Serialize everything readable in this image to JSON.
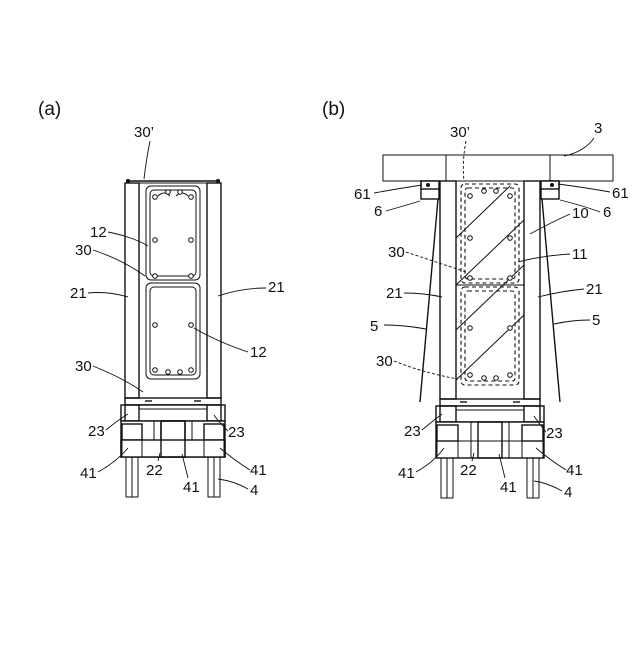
{
  "panels": [
    {
      "id": "a",
      "label": "(a)",
      "callouts": {
        "top": "30’",
        "rebar_left": "12",
        "member_left": "30",
        "wall_left": "21",
        "wall_right": "21",
        "rebar_right": "12",
        "member_bottom": "30",
        "footing_left": "23",
        "footing_right": "23",
        "pile_cap_left": "41",
        "center": "22",
        "pile_cap_center": "41",
        "pile_cap_right": "41",
        "pile": "4"
      }
    },
    {
      "id": "b",
      "label": "(b)",
      "callouts": {
        "top": "30’",
        "slab": "3",
        "bracket_left": "61",
        "bracket_right": "61",
        "support_left": "6",
        "support_right": "6",
        "element_10": "10",
        "member_upper": "30",
        "element_11": "11",
        "wall_left": "21",
        "wall_right": "21",
        "brace_left": "5",
        "brace_right": "5",
        "member_lower": "30",
        "footing_left": "23",
        "footing_right": "23",
        "pile_cap_left": "41",
        "center": "22",
        "pile_cap_center": "41",
        "pile_cap_right": "41",
        "pile": "4"
      }
    }
  ]
}
